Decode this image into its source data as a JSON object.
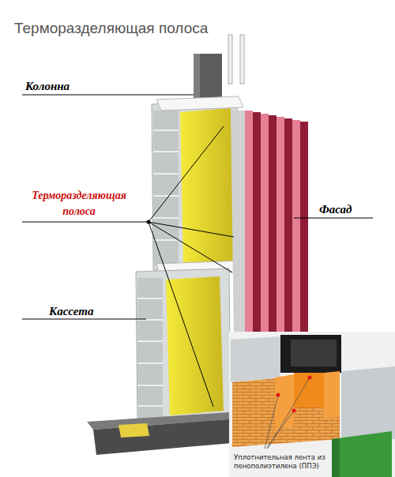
{
  "diagram": {
    "title": "Терморазделяющая полоса",
    "labels": [
      "Колонна",
      "Терморазделяющая полоса",
      "Фасад",
      "Кассета",
      "Уплотнительная лента из пенополиэтилена (ППЭ)"
    ]
  }
}
